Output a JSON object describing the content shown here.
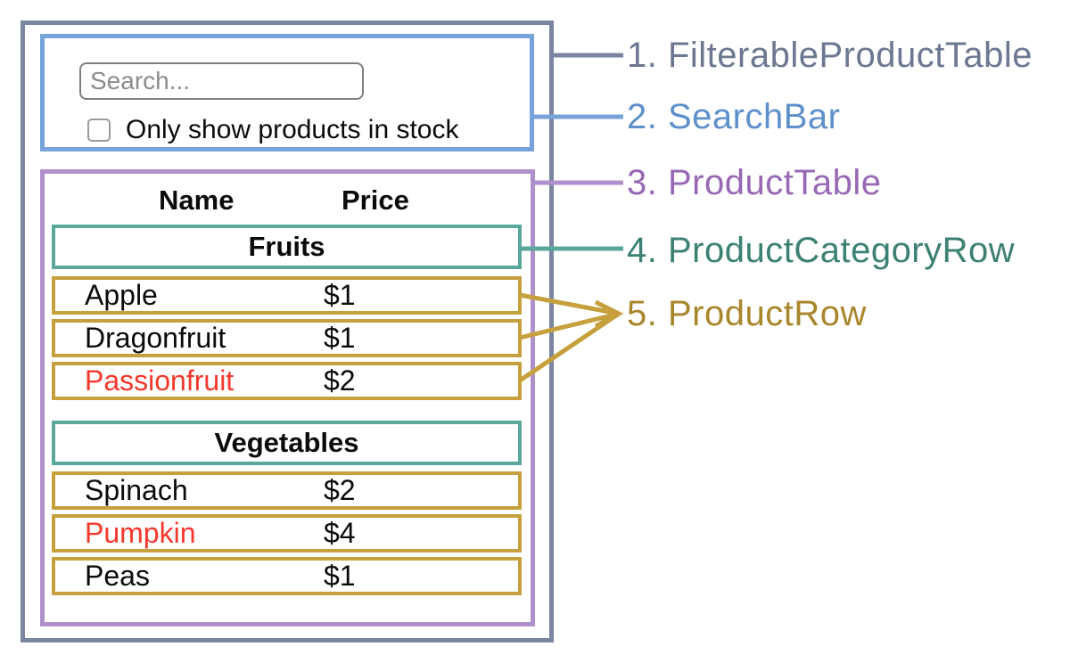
{
  "search_bar": {
    "placeholder": "Search...",
    "checkbox_label": "Only show products in stock",
    "checkbox_checked": false,
    "search_value": ""
  },
  "table": {
    "headers": {
      "name": "Name",
      "price": "Price"
    },
    "sections": [
      {
        "category": "Fruits",
        "rows": [
          {
            "name": "Apple",
            "price": "$1"
          },
          {
            "name": "Dragonfruit",
            "price": "$1"
          },
          {
            "name": "Passionfruit",
            "price": "$2",
            "name_color": "#f4382c"
          }
        ]
      },
      {
        "category": "Vegetables",
        "rows": [
          {
            "name": "Spinach",
            "price": "$2"
          },
          {
            "name": "Pumpkin",
            "price": "$4",
            "name_color": "#f4382c"
          },
          {
            "name": "Peas",
            "price": "$1"
          }
        ]
      }
    ]
  },
  "legend": {
    "items": [
      {
        "label": "1. FilterableProductTable",
        "color": "#6c7791"
      },
      {
        "label": "2. SearchBar",
        "color": "#5d90cb"
      },
      {
        "label": "3. ProductTable",
        "color": "#9768b4"
      },
      {
        "label": "4. ProductCategoryRow",
        "color": "#3c8174"
      },
      {
        "label": "5. ProductRow",
        "color": "#a8862b"
      }
    ]
  },
  "colors": {
    "filterable_product_table_border": "#7a85a1",
    "search_bar_border": "#78a3da",
    "product_table_border": "#af90cc",
    "product_category_row_border": "#59a89b",
    "product_row_border": "#c6a03c",
    "out_of_stock_text": "#f4382c",
    "body_text": "#0b0b0b",
    "placeholder_text": "#8c8c8c"
  }
}
